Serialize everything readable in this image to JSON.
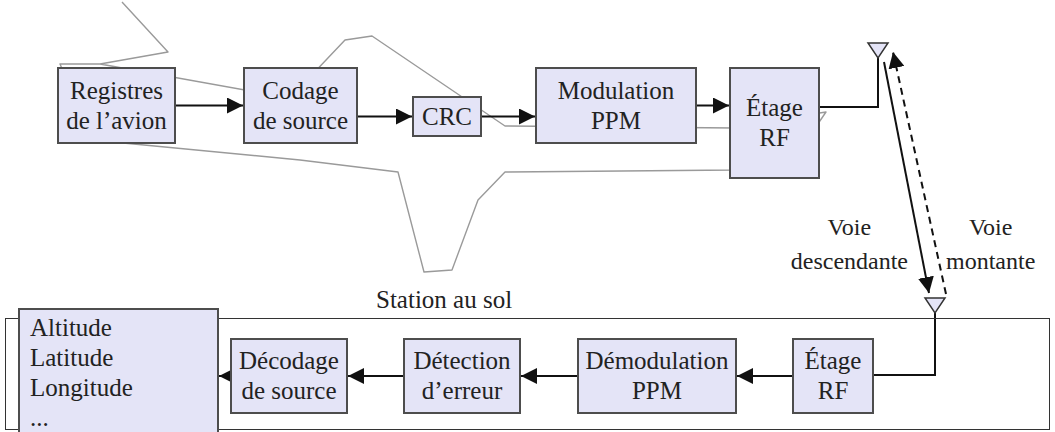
{
  "diagram": {
    "nodes": [
      {
        "text": [
          "Registres de l’avion"
        ]
      },
      {
        "text": [
          "Codage de source"
        ]
      },
      {
        "text": [
          "CRC"
        ]
      },
      {
        "text": [
          "Modulation PPM"
        ]
      },
      {
        "text": [
          "Étage RF"
        ]
      },
      {
        "text": [
          "Station au sol"
        ]
      },
      {
        "text": [
          "Altitude Latitude Longitude ..."
        ],
        "in": 5
      },
      {
        "text": [
          "Décodage de source"
        ],
        "in": 5
      },
      {
        "text": [
          "Détection d’erreur"
        ],
        "in": 5
      },
      {
        "text": [
          "Démodulation PPM"
        ],
        "in": 5
      },
      {
        "text": [
          "Étage RF"
        ],
        "in": 5
      }
    ],
    "edges": [
      {
        "from": 0,
        "to": 1,
        "arrow": "to"
      },
      {
        "from": 1,
        "to": 2,
        "arrow": "to"
      },
      {
        "from": 2,
        "to": 3,
        "arrow": "to"
      },
      {
        "from": 3,
        "to": 4,
        "arrow": "to"
      },
      {
        "from": 10,
        "to": 9,
        "arrow": "to"
      },
      {
        "from": 9,
        "to": 8,
        "arrow": "to"
      },
      {
        "from": 8,
        "to": 7,
        "arrow": "to"
      },
      {
        "from": 7,
        "to": 6,
        "arrow": "to"
      }
    ],
    "labels": [
      "Voie descendante",
      "Voie montante"
    ]
  }
}
